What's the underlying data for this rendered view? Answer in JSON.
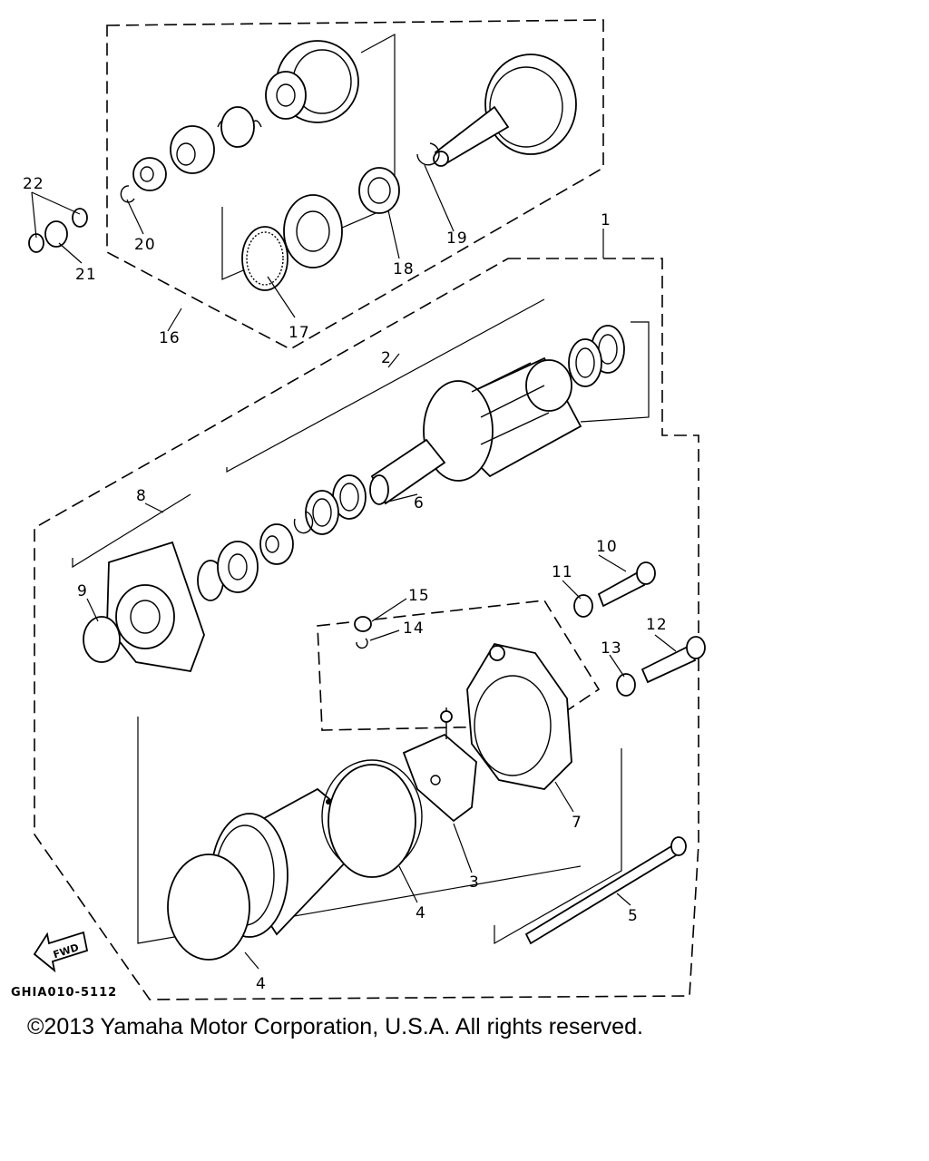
{
  "diagram": {
    "code": "GHIA010-5112",
    "fwd_label": "FWD",
    "callouts": [
      "1",
      "2",
      "3",
      "4",
      "4",
      "5",
      "6",
      "7",
      "8",
      "9",
      "10",
      "11",
      "12",
      "13",
      "14",
      "15",
      "16",
      "17",
      "18",
      "19",
      "20",
      "21",
      "22"
    ]
  },
  "footer": {
    "copyright": "©2013 Yamaha Motor Corporation, U.S.A. All rights reserved."
  }
}
